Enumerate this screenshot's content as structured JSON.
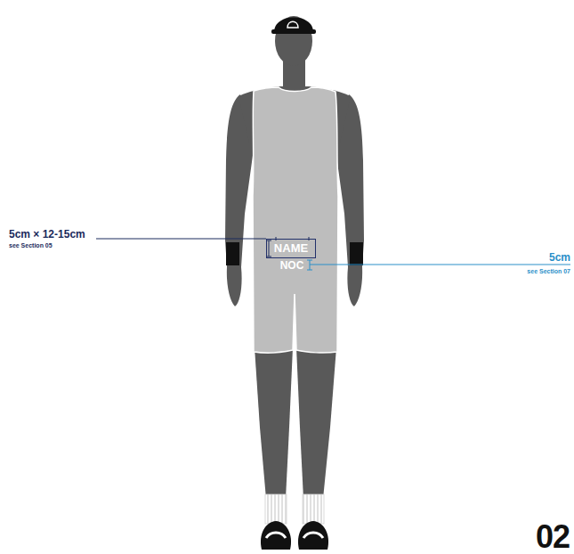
{
  "diagram": {
    "nodes": [
      {
        "text": [
          "NAME"
        ]
      }
    ],
    "labels": [
      "5cm × 12-15cm",
      "see Section 05",
      "NOC",
      "5cm",
      "see Section 07",
      "02"
    ]
  }
}
